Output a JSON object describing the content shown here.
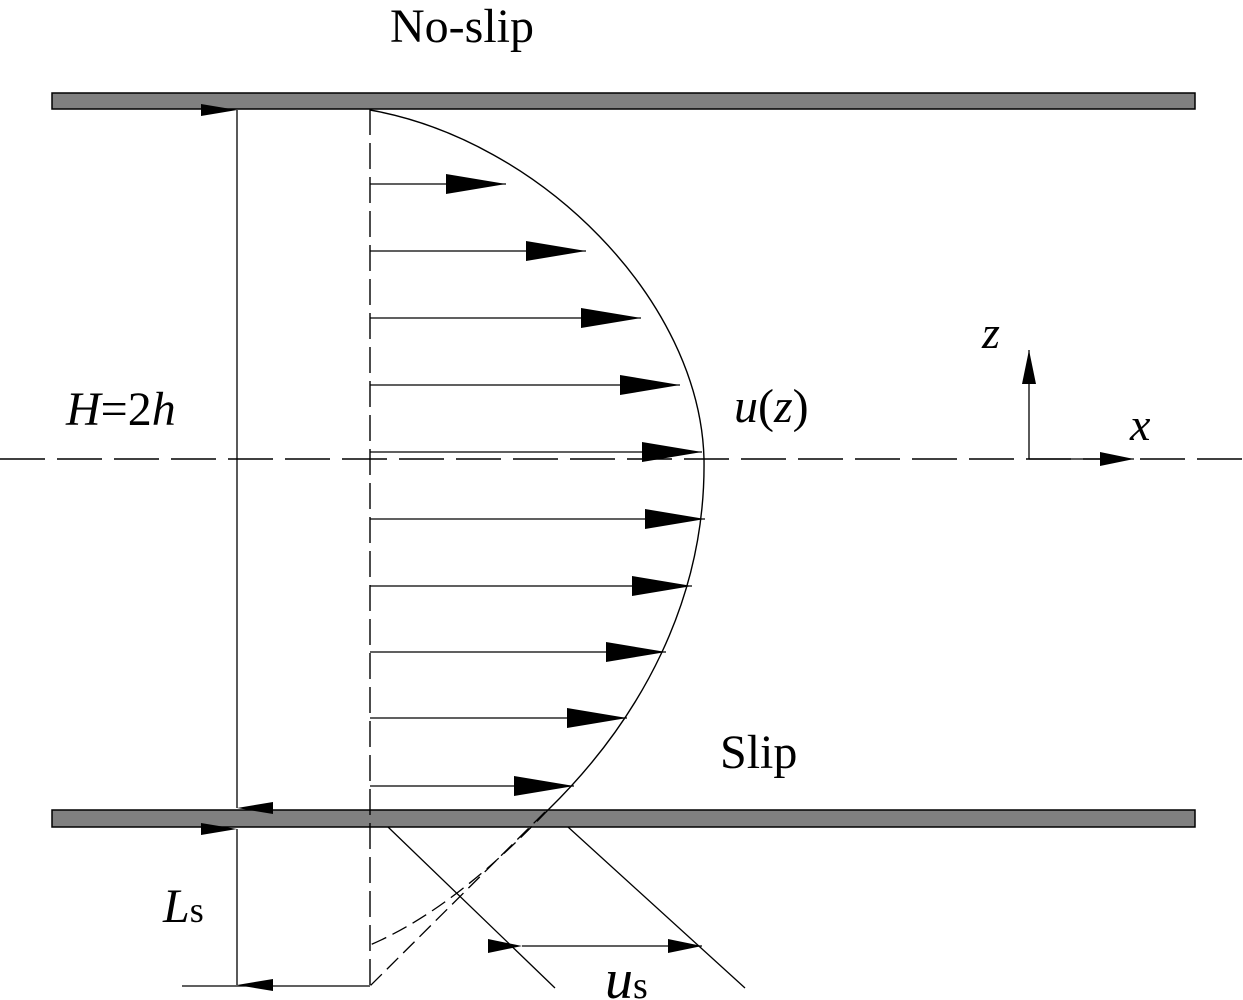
{
  "labels": {
    "top_wall": "No-slip",
    "bottom_wall": "Slip",
    "height_H": "H",
    "height_eq": "=2",
    "height_h": "h",
    "velocity_u": "u",
    "velocity_open": "(",
    "velocity_z": "z",
    "velocity_close": ")",
    "axis_z": "z",
    "axis_x": "x",
    "slip_length_L": "L",
    "slip_length_sub": "s",
    "slip_velocity_u": "u",
    "slip_velocity_sub": "s"
  },
  "colors": {
    "wall_fill": "#808080",
    "line": "#000000"
  }
}
